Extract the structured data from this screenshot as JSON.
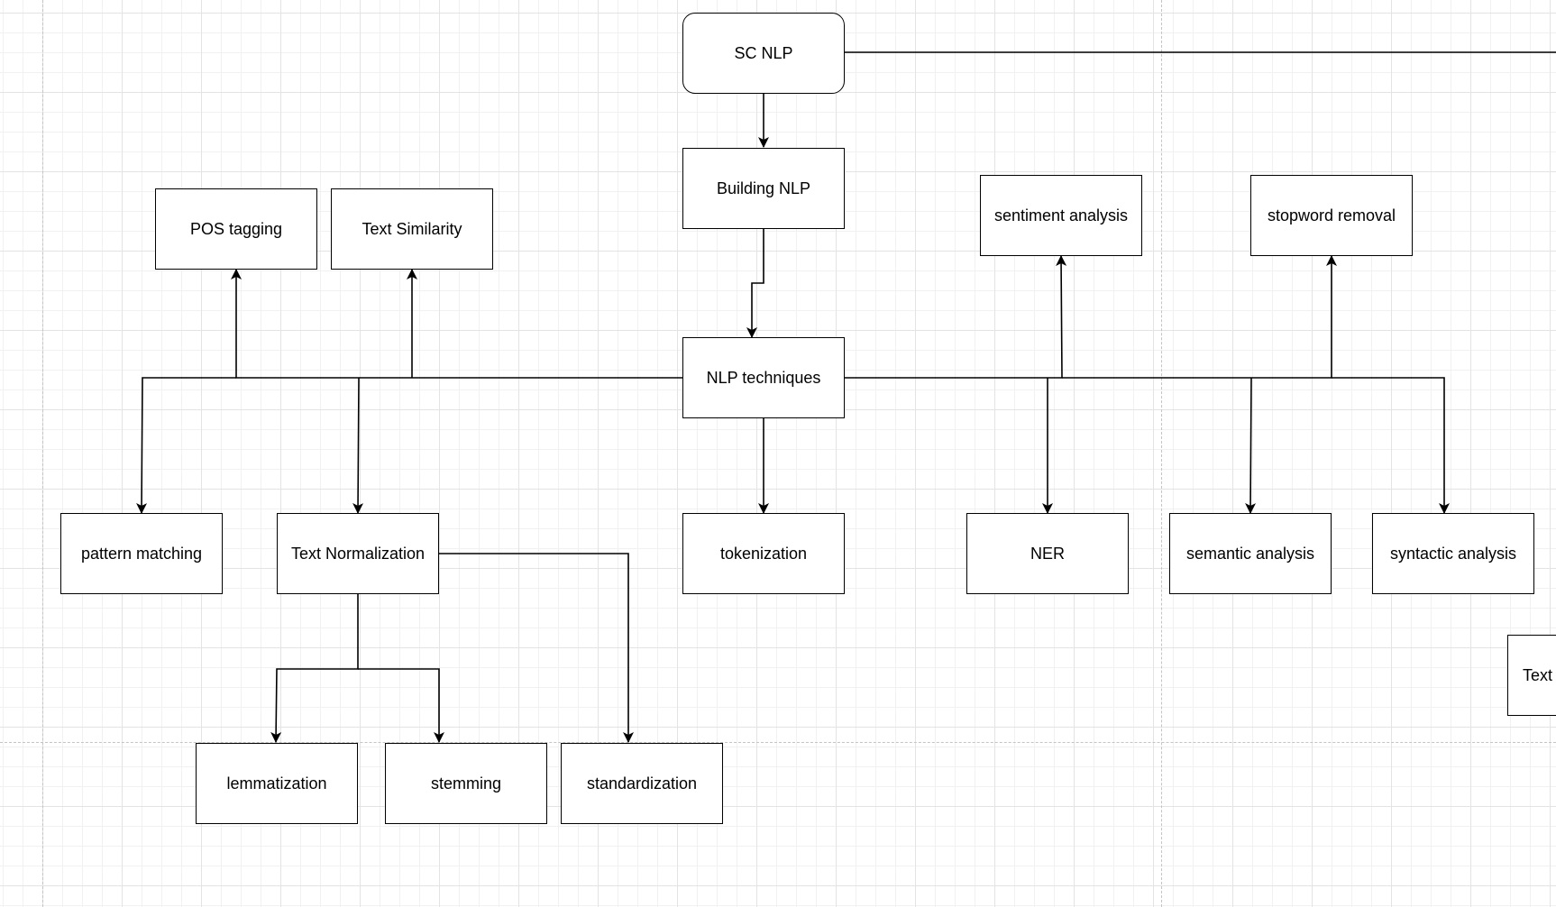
{
  "diagram": {
    "nodes": [
      {
        "id": "sc-nlp",
        "label": "SC NLP"
      },
      {
        "id": "building-nlp",
        "label": "Building NLP"
      },
      {
        "id": "nlp-techniques",
        "label": "NLP techniques"
      },
      {
        "id": "pos-tagging",
        "label": "POS tagging"
      },
      {
        "id": "text-similarity",
        "label": "Text Similarity"
      },
      {
        "id": "sentiment-analysis",
        "label": "sentiment analysis"
      },
      {
        "id": "stopword-removal",
        "label": "stopword removal"
      },
      {
        "id": "pattern-matching",
        "label": "pattern matching"
      },
      {
        "id": "text-normalization",
        "label": "Text Normalization"
      },
      {
        "id": "tokenization",
        "label": "tokenization"
      },
      {
        "id": "ner",
        "label": "NER"
      },
      {
        "id": "semantic-analysis",
        "label": "semantic analysis"
      },
      {
        "id": "syntactic-analysis",
        "label": "syntactic analysis"
      },
      {
        "id": "lemmatization",
        "label": "lemmatization"
      },
      {
        "id": "stemming",
        "label": "stemming"
      },
      {
        "id": "standardization",
        "label": "standardization"
      },
      {
        "id": "text-partial",
        "label": "Text"
      }
    ],
    "edges": [
      {
        "from": "sc-nlp",
        "to": "building-nlp"
      },
      {
        "from": "building-nlp",
        "to": "nlp-techniques"
      },
      {
        "from": "nlp-techniques",
        "to": "pos-tagging"
      },
      {
        "from": "nlp-techniques",
        "to": "text-similarity"
      },
      {
        "from": "nlp-techniques",
        "to": "pattern-matching"
      },
      {
        "from": "nlp-techniques",
        "to": "text-normalization"
      },
      {
        "from": "nlp-techniques",
        "to": "tokenization"
      },
      {
        "from": "nlp-techniques",
        "to": "sentiment-analysis"
      },
      {
        "from": "nlp-techniques",
        "to": "stopword-removal"
      },
      {
        "from": "nlp-techniques",
        "to": "ner"
      },
      {
        "from": "nlp-techniques",
        "to": "semantic-analysis"
      },
      {
        "from": "nlp-techniques",
        "to": "syntactic-analysis"
      },
      {
        "from": "text-normalization",
        "to": "lemmatization"
      },
      {
        "from": "text-normalization",
        "to": "stemming"
      },
      {
        "from": "text-normalization",
        "to": "standardization"
      },
      {
        "from": "sc-nlp",
        "to": "offscreen-right"
      }
    ]
  }
}
